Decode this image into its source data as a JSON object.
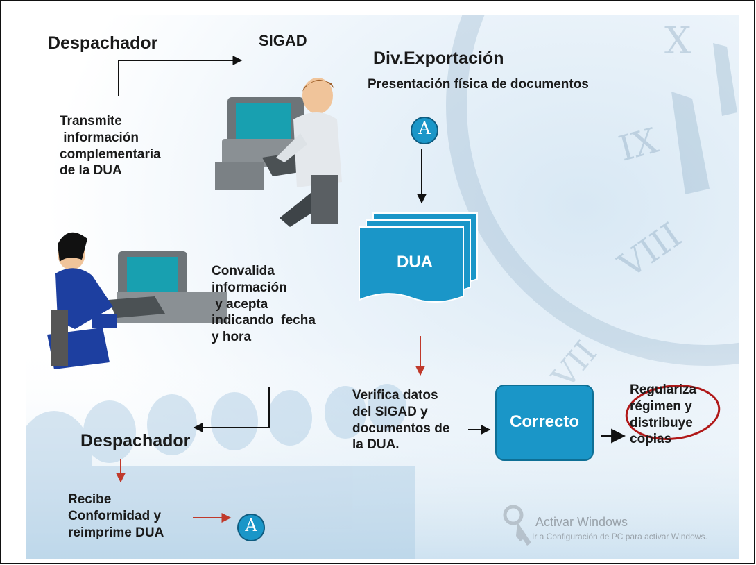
{
  "diagram": {
    "left_top_actor": "Despachador",
    "system_label": "SIGAD",
    "transmit_text": "Transmite\n información\ncomplementaria\nde la DUA",
    "division_label": "Div.Exportación",
    "division_sub": "Presentación física de documentos",
    "connector_label": "A",
    "dua_doc_label": "DUA",
    "validate_text": "Convalida\ninformación\n y acepta\nindicando  fecha\ny hora",
    "verify_text": "Verifica datos\ndel SIGAD y\ndocumentos de\nla DUA.",
    "correct_label": "Correcto",
    "regularize_text": "Regulariza\nrégimen y\ndistribuye\ncopias",
    "left_bottom_actor": "Despachador",
    "receive_text": "Recibe\nConformidad y\nreimprime DUA",
    "colors": {
      "shape_blue": "#1a96c8",
      "highlight_red": "#b01818",
      "arrow_dark": "#111111",
      "arrow_red": "#c0392b"
    }
  },
  "watermark": {
    "title": "Activar Windows",
    "subtitle": "Ir a Configuración de PC para activar Windows."
  }
}
